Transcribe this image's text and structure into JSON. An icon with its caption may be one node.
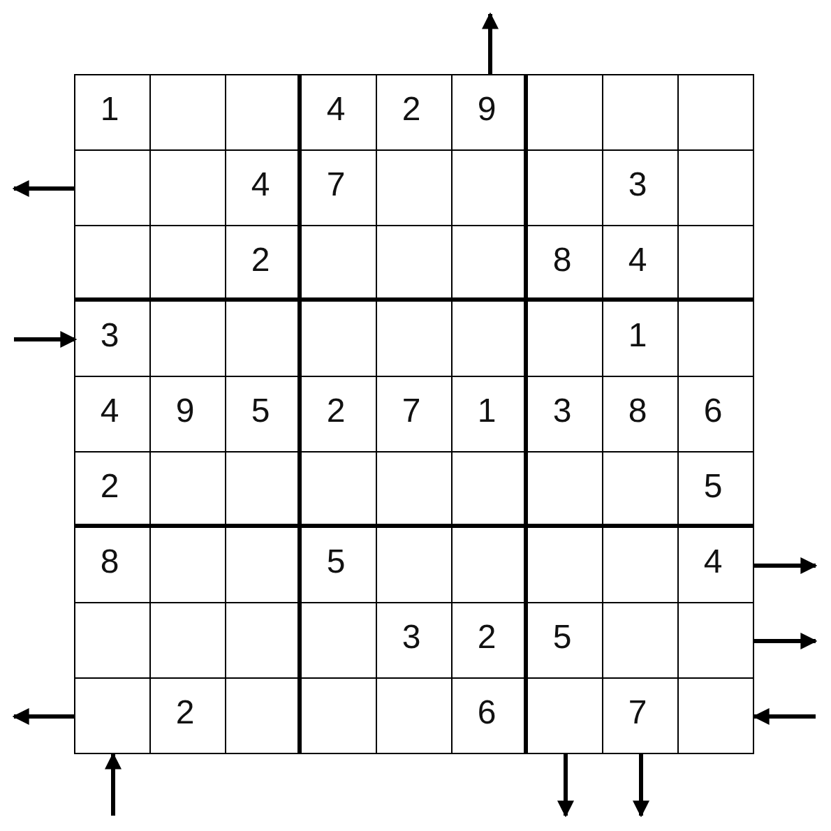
{
  "diagram": {
    "nodes": [
      {
        "text": [
          "1"
        ]
      },
      {
        "text": [],
        "shape": "box"
      },
      {
        "text": [],
        "shape": "box"
      },
      {
        "text": [
          "4"
        ]
      },
      {
        "text": [
          "2"
        ]
      },
      {
        "text": [
          "9"
        ]
      },
      {
        "text": [],
        "shape": "box"
      },
      {
        "text": [],
        "shape": "box"
      },
      {
        "text": [],
        "shape": "box"
      },
      {
        "text": [],
        "shape": "box"
      },
      {
        "text": [],
        "shape": "box"
      },
      {
        "text": [
          "4"
        ]
      },
      {
        "text": [
          "7"
        ]
      },
      {
        "text": [],
        "shape": "box"
      },
      {
        "text": [],
        "shape": "box"
      },
      {
        "text": [],
        "shape": "box"
      },
      {
        "text": [
          "3"
        ]
      },
      {
        "text": [],
        "shape": "box"
      },
      {
        "text": [],
        "shape": "box"
      },
      {
        "text": [],
        "shape": "box"
      },
      {
        "text": [
          "2"
        ]
      },
      {
        "text": [],
        "shape": "box"
      },
      {
        "text": [],
        "shape": "box"
      },
      {
        "text": [],
        "shape": "box"
      },
      {
        "text": [
          "8"
        ]
      },
      {
        "text": [
          "4"
        ]
      },
      {
        "text": [],
        "shape": "box"
      },
      {
        "text": [
          "3"
        ]
      },
      {
        "text": [],
        "shape": "box"
      },
      {
        "text": [],
        "shape": "box"
      },
      {
        "text": [],
        "shape": "box"
      },
      {
        "text": [],
        "shape": "box"
      },
      {
        "text": [],
        "shape": "box"
      },
      {
        "text": [],
        "shape": "box"
      },
      {
        "text": [
          "1"
        ]
      },
      {
        "text": [],
        "shape": "box"
      },
      {
        "text": [
          "4"
        ]
      },
      {
        "text": [
          "9"
        ]
      },
      {
        "text": [
          "5"
        ]
      },
      {
        "text": [
          "2"
        ]
      },
      {
        "text": [
          "7"
        ]
      },
      {
        "text": [
          "1"
        ]
      },
      {
        "text": [
          "3"
        ]
      },
      {
        "text": [
          "8"
        ]
      },
      {
        "text": [
          "6"
        ]
      },
      {
        "text": [
          "2"
        ]
      },
      {
        "text": [],
        "shape": "box"
      },
      {
        "text": [],
        "shape": "box"
      },
      {
        "text": [],
        "shape": "box"
      },
      {
        "text": [],
        "shape": "box"
      },
      {
        "text": [],
        "shape": "box"
      },
      {
        "text": [],
        "shape": "box"
      },
      {
        "text": [],
        "shape": "box"
      },
      {
        "text": [
          "5"
        ]
      },
      {
        "text": [
          "8"
        ]
      },
      {
        "text": [],
        "shape": "box"
      },
      {
        "text": [],
        "shape": "box"
      },
      {
        "text": [
          "5"
        ]
      },
      {
        "text": [],
        "shape": "box"
      },
      {
        "text": [],
        "shape": "box"
      },
      {
        "text": [],
        "shape": "box"
      },
      {
        "text": [],
        "shape": "box"
      },
      {
        "text": [
          "4"
        ]
      },
      {
        "text": [],
        "shape": "box"
      },
      {
        "text": [],
        "shape": "box"
      },
      {
        "text": [],
        "shape": "box"
      },
      {
        "text": [],
        "shape": "box"
      },
      {
        "text": [
          "3"
        ]
      },
      {
        "text": [
          "2"
        ]
      },
      {
        "text": [
          "5"
        ]
      },
      {
        "text": [],
        "shape": "box"
      },
      {
        "text": [],
        "shape": "box"
      },
      {
        "text": [],
        "shape": "box"
      },
      {
        "text": [
          "2"
        ]
      },
      {
        "text": [],
        "shape": "box"
      },
      {
        "text": [],
        "shape": "box"
      },
      {
        "text": [],
        "shape": "box"
      },
      {
        "text": [
          "6"
        ]
      },
      {
        "text": [],
        "shape": "box"
      },
      {
        "text": [
          "7"
        ]
      },
      {
        "text": [],
        "shape": "box"
      }
    ],
    "edges": [
      {
        "from": 5,
        "to": null,
        "arrow": "to"
      },
      {
        "from": 9,
        "to": null,
        "arrow": "to"
      },
      {
        "from": null,
        "to": 27,
        "arrow": "to"
      },
      {
        "from": 62,
        "to": null,
        "arrow": "to"
      },
      {
        "from": 71,
        "to": null,
        "arrow": "to"
      },
      {
        "from": 72,
        "to": null,
        "arrow": "to"
      },
      {
        "from": null,
        "to": 80,
        "arrow": "to"
      },
      {
        "from": null,
        "to": 72,
        "arrow": "to"
      },
      {
        "from": 78,
        "to": null,
        "arrow": "to"
      },
      {
        "from": 79,
        "to": null,
        "arrow": "to"
      }
    ]
  }
}
